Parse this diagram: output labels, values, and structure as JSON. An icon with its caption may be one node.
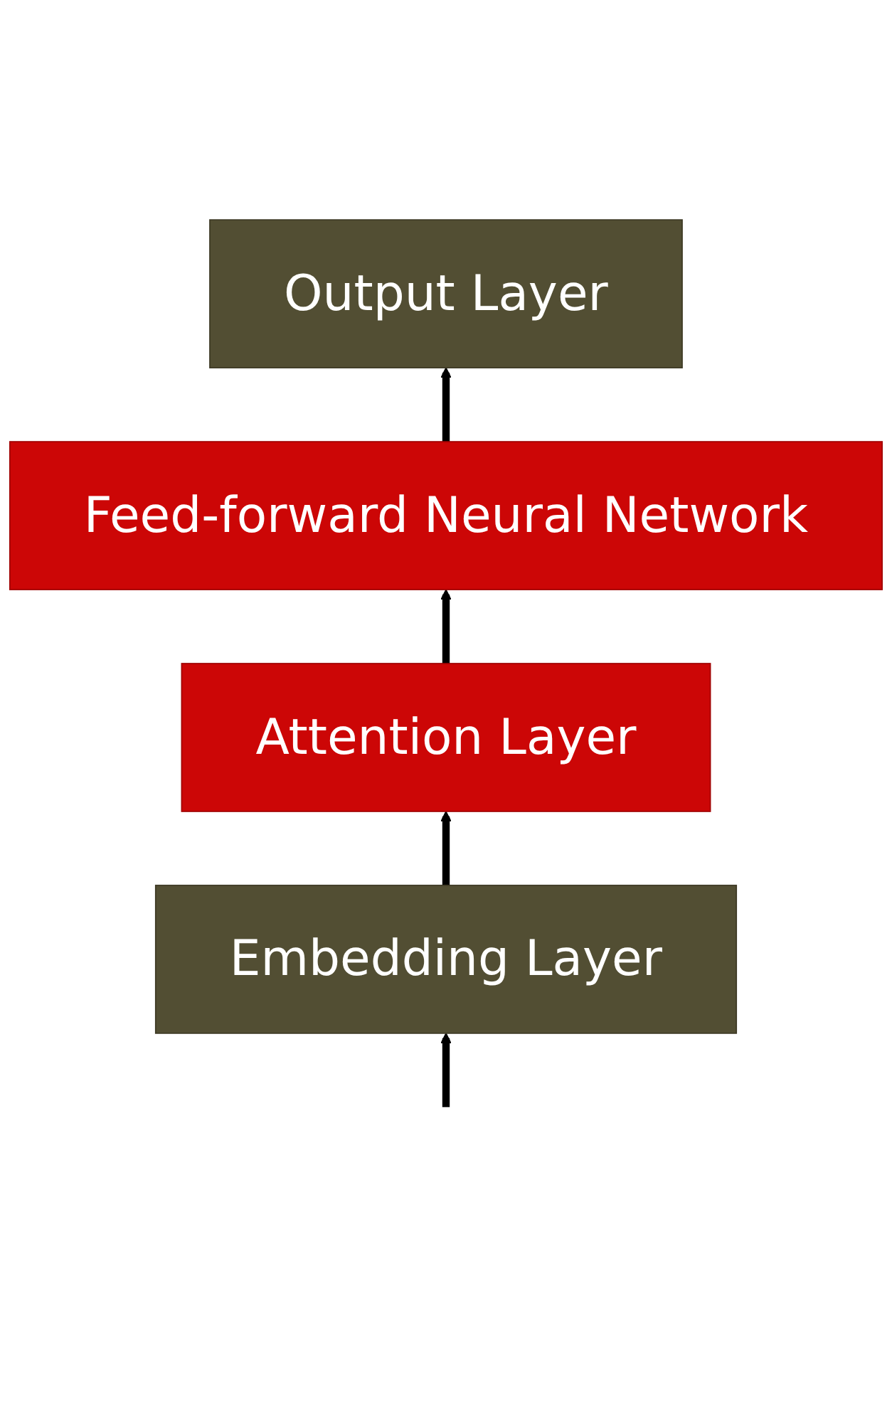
{
  "diagram": {
    "nodes": [
      {
        "text": [
          "Output Layer"
        ]
      },
      {
        "text": [
          "Feed-forward Neural Network"
        ]
      },
      {
        "text": [
          "Attention Layer"
        ]
      },
      {
        "text": [
          "Embedding Layer"
        ]
      }
    ],
    "edges": [
      {
        "from": 1,
        "to": 0,
        "arrow": "to"
      },
      {
        "from": 2,
        "to": 1,
        "arrow": "to"
      },
      {
        "from": 3,
        "to": 2,
        "arrow": "to"
      },
      {
        "from": null,
        "to": 3,
        "arrow": "to"
      }
    ]
  }
}
